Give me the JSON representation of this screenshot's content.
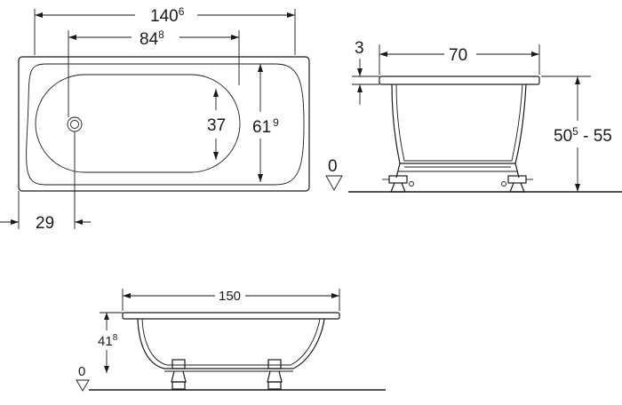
{
  "top_view": {
    "overall_length": {
      "main": "140",
      "sup": "6"
    },
    "inner_length": {
      "main": "84",
      "sup": "8"
    },
    "inner_width": {
      "main": "37"
    },
    "overall_width": {
      "main": "61",
      "sup": "9"
    },
    "drain_offset": {
      "main": "29"
    }
  },
  "end_view": {
    "rim_thickness": {
      "main": "3"
    },
    "width": {
      "main": "70"
    },
    "height": {
      "main": "50",
      "sup": "5",
      "suffix": " - 55"
    },
    "floor_level": {
      "main": "0"
    }
  },
  "side_view": {
    "length": {
      "main": "150"
    },
    "height": {
      "main": "41",
      "sup": "8"
    },
    "floor_level": {
      "main": "0"
    }
  }
}
